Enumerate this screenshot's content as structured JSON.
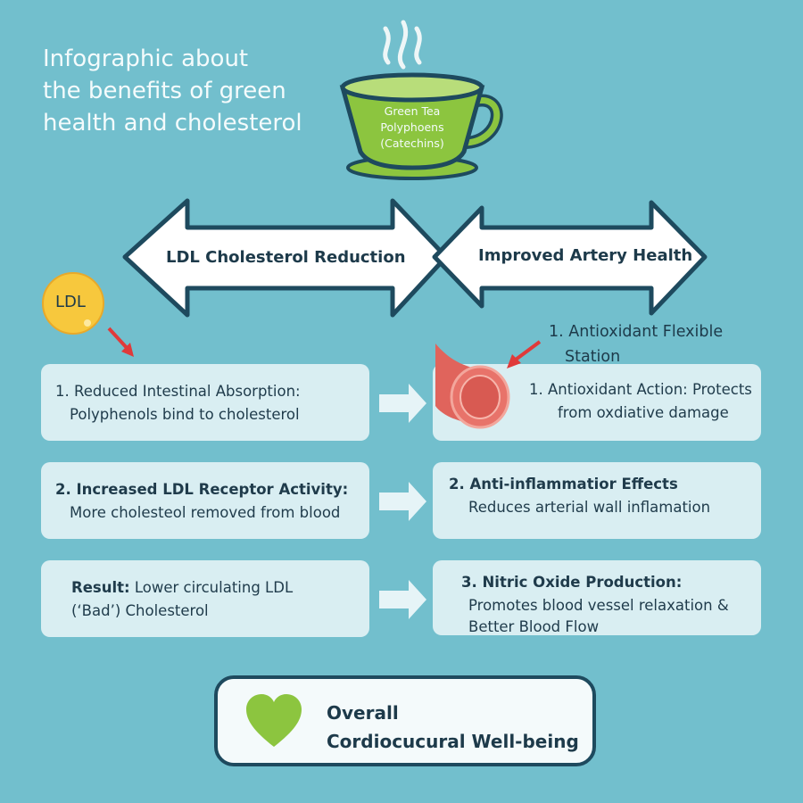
{
  "title": [
    "Infographic about",
    "the benefits of green",
    "health and cholesterol"
  ],
  "cup": {
    "lines": [
      "Green Tea",
      "Polyphoens",
      "(Catechins)"
    ]
  },
  "arrows": {
    "left": "LDL Cholesterol Reduction",
    "right": "Improved Artery Health"
  },
  "ldl_badge": "LDL",
  "artery_callout": [
    "1. Antioxidant Flexible",
    "Station"
  ],
  "left_boxes": [
    {
      "head": "1. Reduced Intestinal Absorption:",
      "body": "Polyphenols bind to cholesterol"
    },
    {
      "head": "2. Increased LDL Receptor Activity:",
      "body": "More cholesteol removed from blood"
    },
    {
      "head": "Result:",
      "head_rest": " Lower circulating LDL",
      "body": "(‘Bad’) Cholesterol"
    }
  ],
  "right_boxes": [
    {
      "head": "1. Antioxidant Action: Protects",
      "body": "from oxdiative damage"
    },
    {
      "head": "2. Anti-inflammatior Effects",
      "body": "Reduces arterial wall inflamation"
    },
    {
      "head": "3. Nitric Oxide Production:",
      "body": "Promotes blood vessel relaxation &",
      "body2": "Better Blood Flow"
    }
  ],
  "final": [
    "Overall",
    "Cordiocucural Well-being"
  ],
  "colors": {
    "background": "#72bfcd",
    "navy": "#1e4a5e",
    "green": "#8cc53f",
    "red": "#e03a3a"
  }
}
